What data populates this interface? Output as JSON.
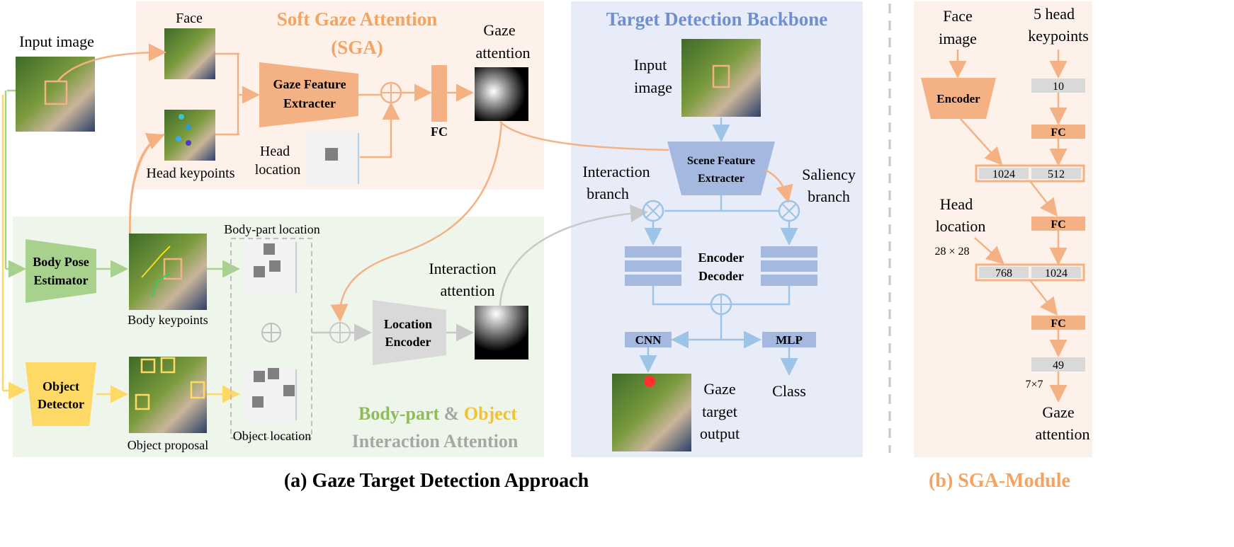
{
  "sga": {
    "title_line1": "Soft Gaze Attention",
    "title_line2": "(SGA)",
    "face_label": "Face",
    "head_keypoints_label": "Head keypoints",
    "gfe_line1": "Gaze Feature",
    "gfe_line2": "Extracter",
    "head_loc_line1": "Head",
    "head_loc_line2": "location",
    "fc_label": "FC",
    "gaze_att_line1": "Gaze",
    "gaze_att_line2": "attention"
  },
  "left": {
    "input_image_label": "Input image",
    "pose_line1": "Body Pose",
    "pose_line2": "Estimator",
    "body_keypoints_label": "Body keypoints",
    "obj_det_line1": "Object",
    "obj_det_line2": "Detector",
    "obj_proposal_label": "Object proposal",
    "body_part_loc_label": "Body-part location",
    "obj_loc_label": "Object location",
    "loc_enc_line1": "Location",
    "loc_enc_line2": "Encoder",
    "inter_att_line1": "Interaction",
    "inter_att_line2": "attention",
    "bpoi_body_part": "Body-part",
    "bpoi_amp": "&",
    "bpoi_object": "Object",
    "bpoi_line2": "Interaction Attention"
  },
  "tdb": {
    "title": "Target Detection Backbone",
    "input_line1": "Input",
    "input_line2": "image",
    "sfe_line1": "Scene Feature",
    "sfe_line2": "Extracter",
    "inter_branch_line1": "Interaction",
    "inter_branch_line2": "branch",
    "sal_branch_line1": "Saliency",
    "sal_branch_line2": "branch",
    "enc_line1": "Encoder",
    "enc_line2": "Decoder",
    "cnn_label": "CNN",
    "mlp_label": "MLP",
    "class_label": "Class",
    "gt_line1": "Gaze",
    "gt_line2": "target",
    "gt_line3": "output"
  },
  "module": {
    "face_line1": "Face",
    "face_line2": "image",
    "kp_line1": "5 head",
    "kp_line2": "keypoints",
    "encoder_label": "Encoder",
    "val_10": "10",
    "fc_label": "FC",
    "val_1024a": "1024",
    "val_512": "512",
    "head_line1": "Head",
    "head_line2": "location",
    "size_28": "28 × 28",
    "val_768": "768",
    "val_1024b": "1024",
    "val_49": "49",
    "size_7": "7×7",
    "gaze_line1": "Gaze",
    "gaze_line2": "attention"
  },
  "captions": {
    "a": "(a) Gaze Target Detection Approach",
    "b": "(b) SGA-Module"
  },
  "colors": {
    "orange": "#f4b183",
    "orange_text": "#f4a460",
    "orange_bg": "#fdf1ea",
    "green": "#a9d18e",
    "green_text": "#8fbc5a",
    "green_bg": "#eef5ea",
    "yellow": "#ffd966",
    "yellow_text": "#f2c230",
    "blue": "#9dc3e6",
    "blue_dark": "#a4b8e0",
    "blue_text": "#6f8fd0",
    "blue_bg": "#e8ecf8",
    "gray": "#c8c8c8",
    "gray_text": "#a6a6a6"
  }
}
